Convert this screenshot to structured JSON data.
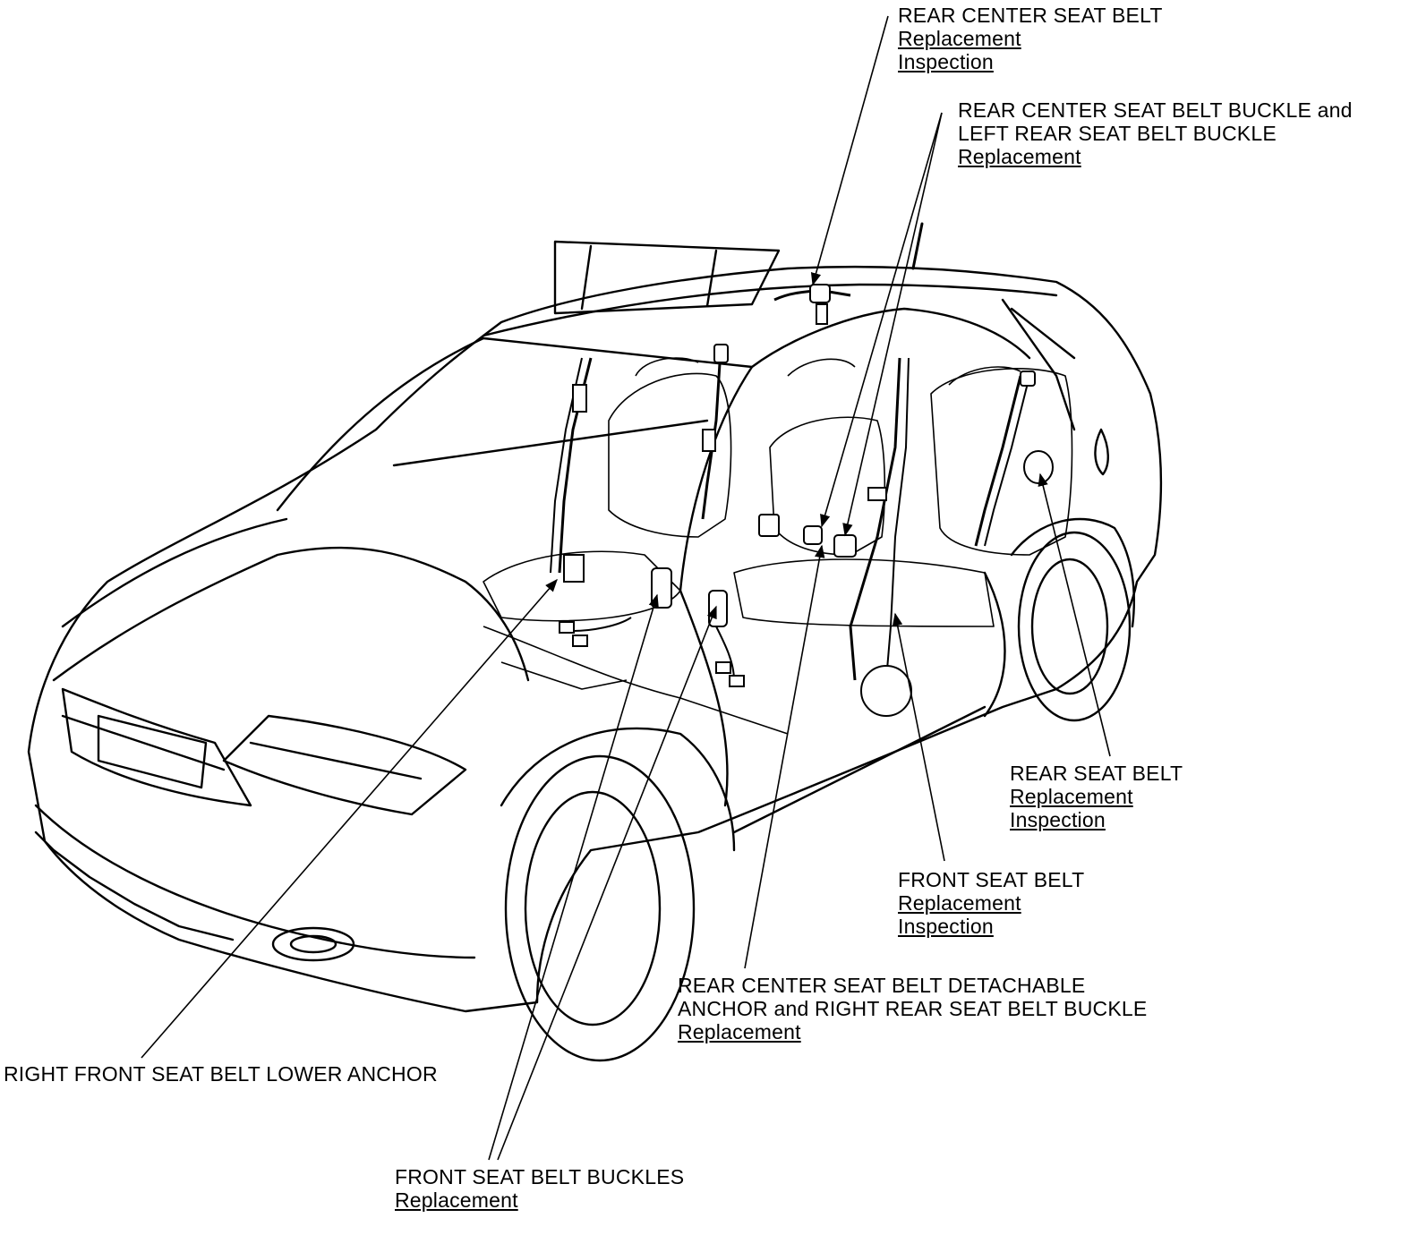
{
  "callouts": {
    "rear_center_seat_belt": {
      "lines": [
        "REAR CENTER SEAT BELT"
      ],
      "links": [
        "Replacement",
        "Inspection"
      ]
    },
    "rear_center_buckle_left_rear_buckle": {
      "lines": [
        "REAR CENTER SEAT BELT BUCKLE and",
        "LEFT REAR SEAT BELT BUCKLE"
      ],
      "links": [
        "Replacement"
      ]
    },
    "rear_seat_belt": {
      "lines": [
        "REAR SEAT BELT"
      ],
      "links": [
        "Replacement",
        "Inspection"
      ]
    },
    "front_seat_belt": {
      "lines": [
        "FRONT SEAT BELT"
      ],
      "links": [
        "Replacement",
        "Inspection"
      ]
    },
    "rear_center_anchor_right_rear_buckle": {
      "lines": [
        "REAR CENTER SEAT BELT DETACHABLE",
        "ANCHOR and RIGHT REAR SEAT BELT BUCKLE"
      ],
      "links": [
        "Replacement"
      ]
    },
    "right_front_lower_anchor": {
      "lines": [
        "RIGHT FRONT SEAT BELT LOWER ANCHOR"
      ],
      "links": []
    },
    "front_seat_belt_buckles": {
      "lines": [
        "FRONT SEAT BELT BUCKLES"
      ],
      "links": [
        "Replacement"
      ]
    }
  },
  "colors": {
    "ink": "#000000",
    "paper": "#ffffff"
  }
}
